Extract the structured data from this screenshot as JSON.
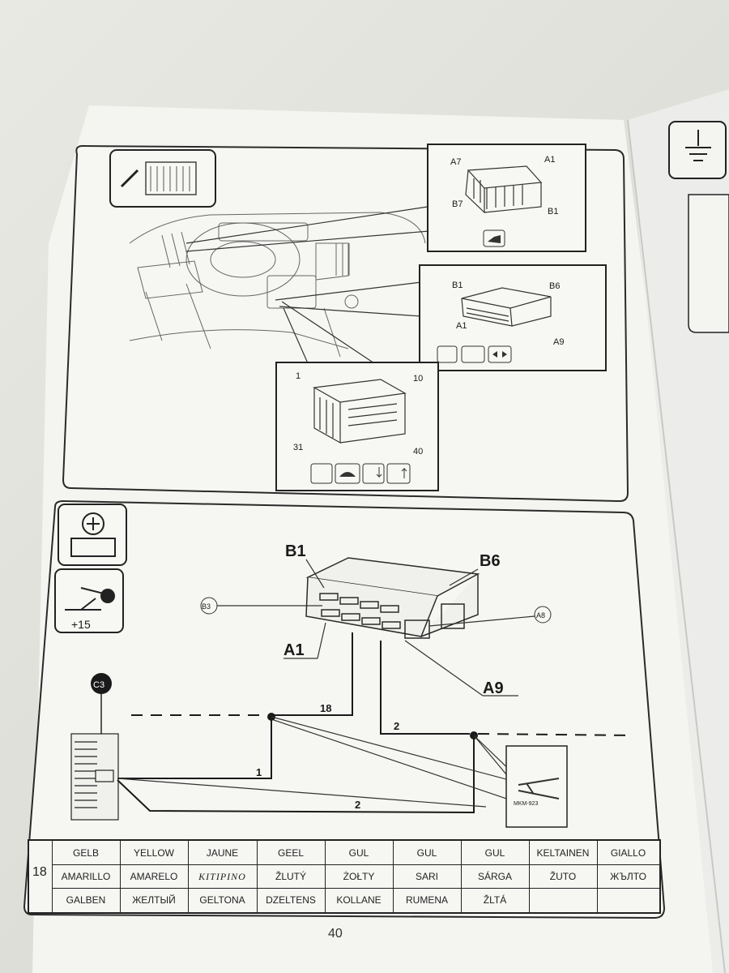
{
  "top_diagram": {
    "connector_upper": {
      "label_a7": "A7",
      "label_a1": "A1",
      "label_b7": "B7",
      "label_b1": "B1"
    },
    "connector_middle": {
      "label_b1": "B1",
      "label_b6": "B6",
      "label_a1": "A1",
      "label_a9": "A9"
    },
    "connector_lower": {
      "label_1": "1",
      "label_10": "10",
      "label_31": "31",
      "label_40": "40"
    }
  },
  "wiring_diagram": {
    "connector": {
      "b1": "B1",
      "b6": "B6",
      "a1": "A1",
      "a9": "A9",
      "b3": "B3",
      "a8": "A8"
    },
    "plus15": "+15",
    "c3": "C3",
    "wire_18": "18",
    "wire_2_top": "2",
    "wire_1": "1",
    "wire_2_bottom": "2",
    "tool_label": "MKM-923"
  },
  "color_table": {
    "wire_number": "18",
    "rows": [
      [
        "GELB",
        "YELLOW",
        "JAUNE",
        "GEEL",
        "GUL",
        "GUL",
        "GUL",
        "KELTAINEN",
        "GIALLO"
      ],
      [
        "AMARILLO",
        "AMARELO",
        "KITIPINO",
        "ŽLUTÝ",
        "ŻOŁTY",
        "SARI",
        "SÁRGA",
        "ŽUTO",
        "ЖЪЛТО"
      ],
      [
        "GALBEN",
        "ЖЕЛТЫЙ",
        "GELTONA",
        "DZELTENS",
        "KOLLANE",
        "RUMENA",
        "ŽLTÁ",
        "",
        ""
      ]
    ]
  },
  "page_number": "40"
}
